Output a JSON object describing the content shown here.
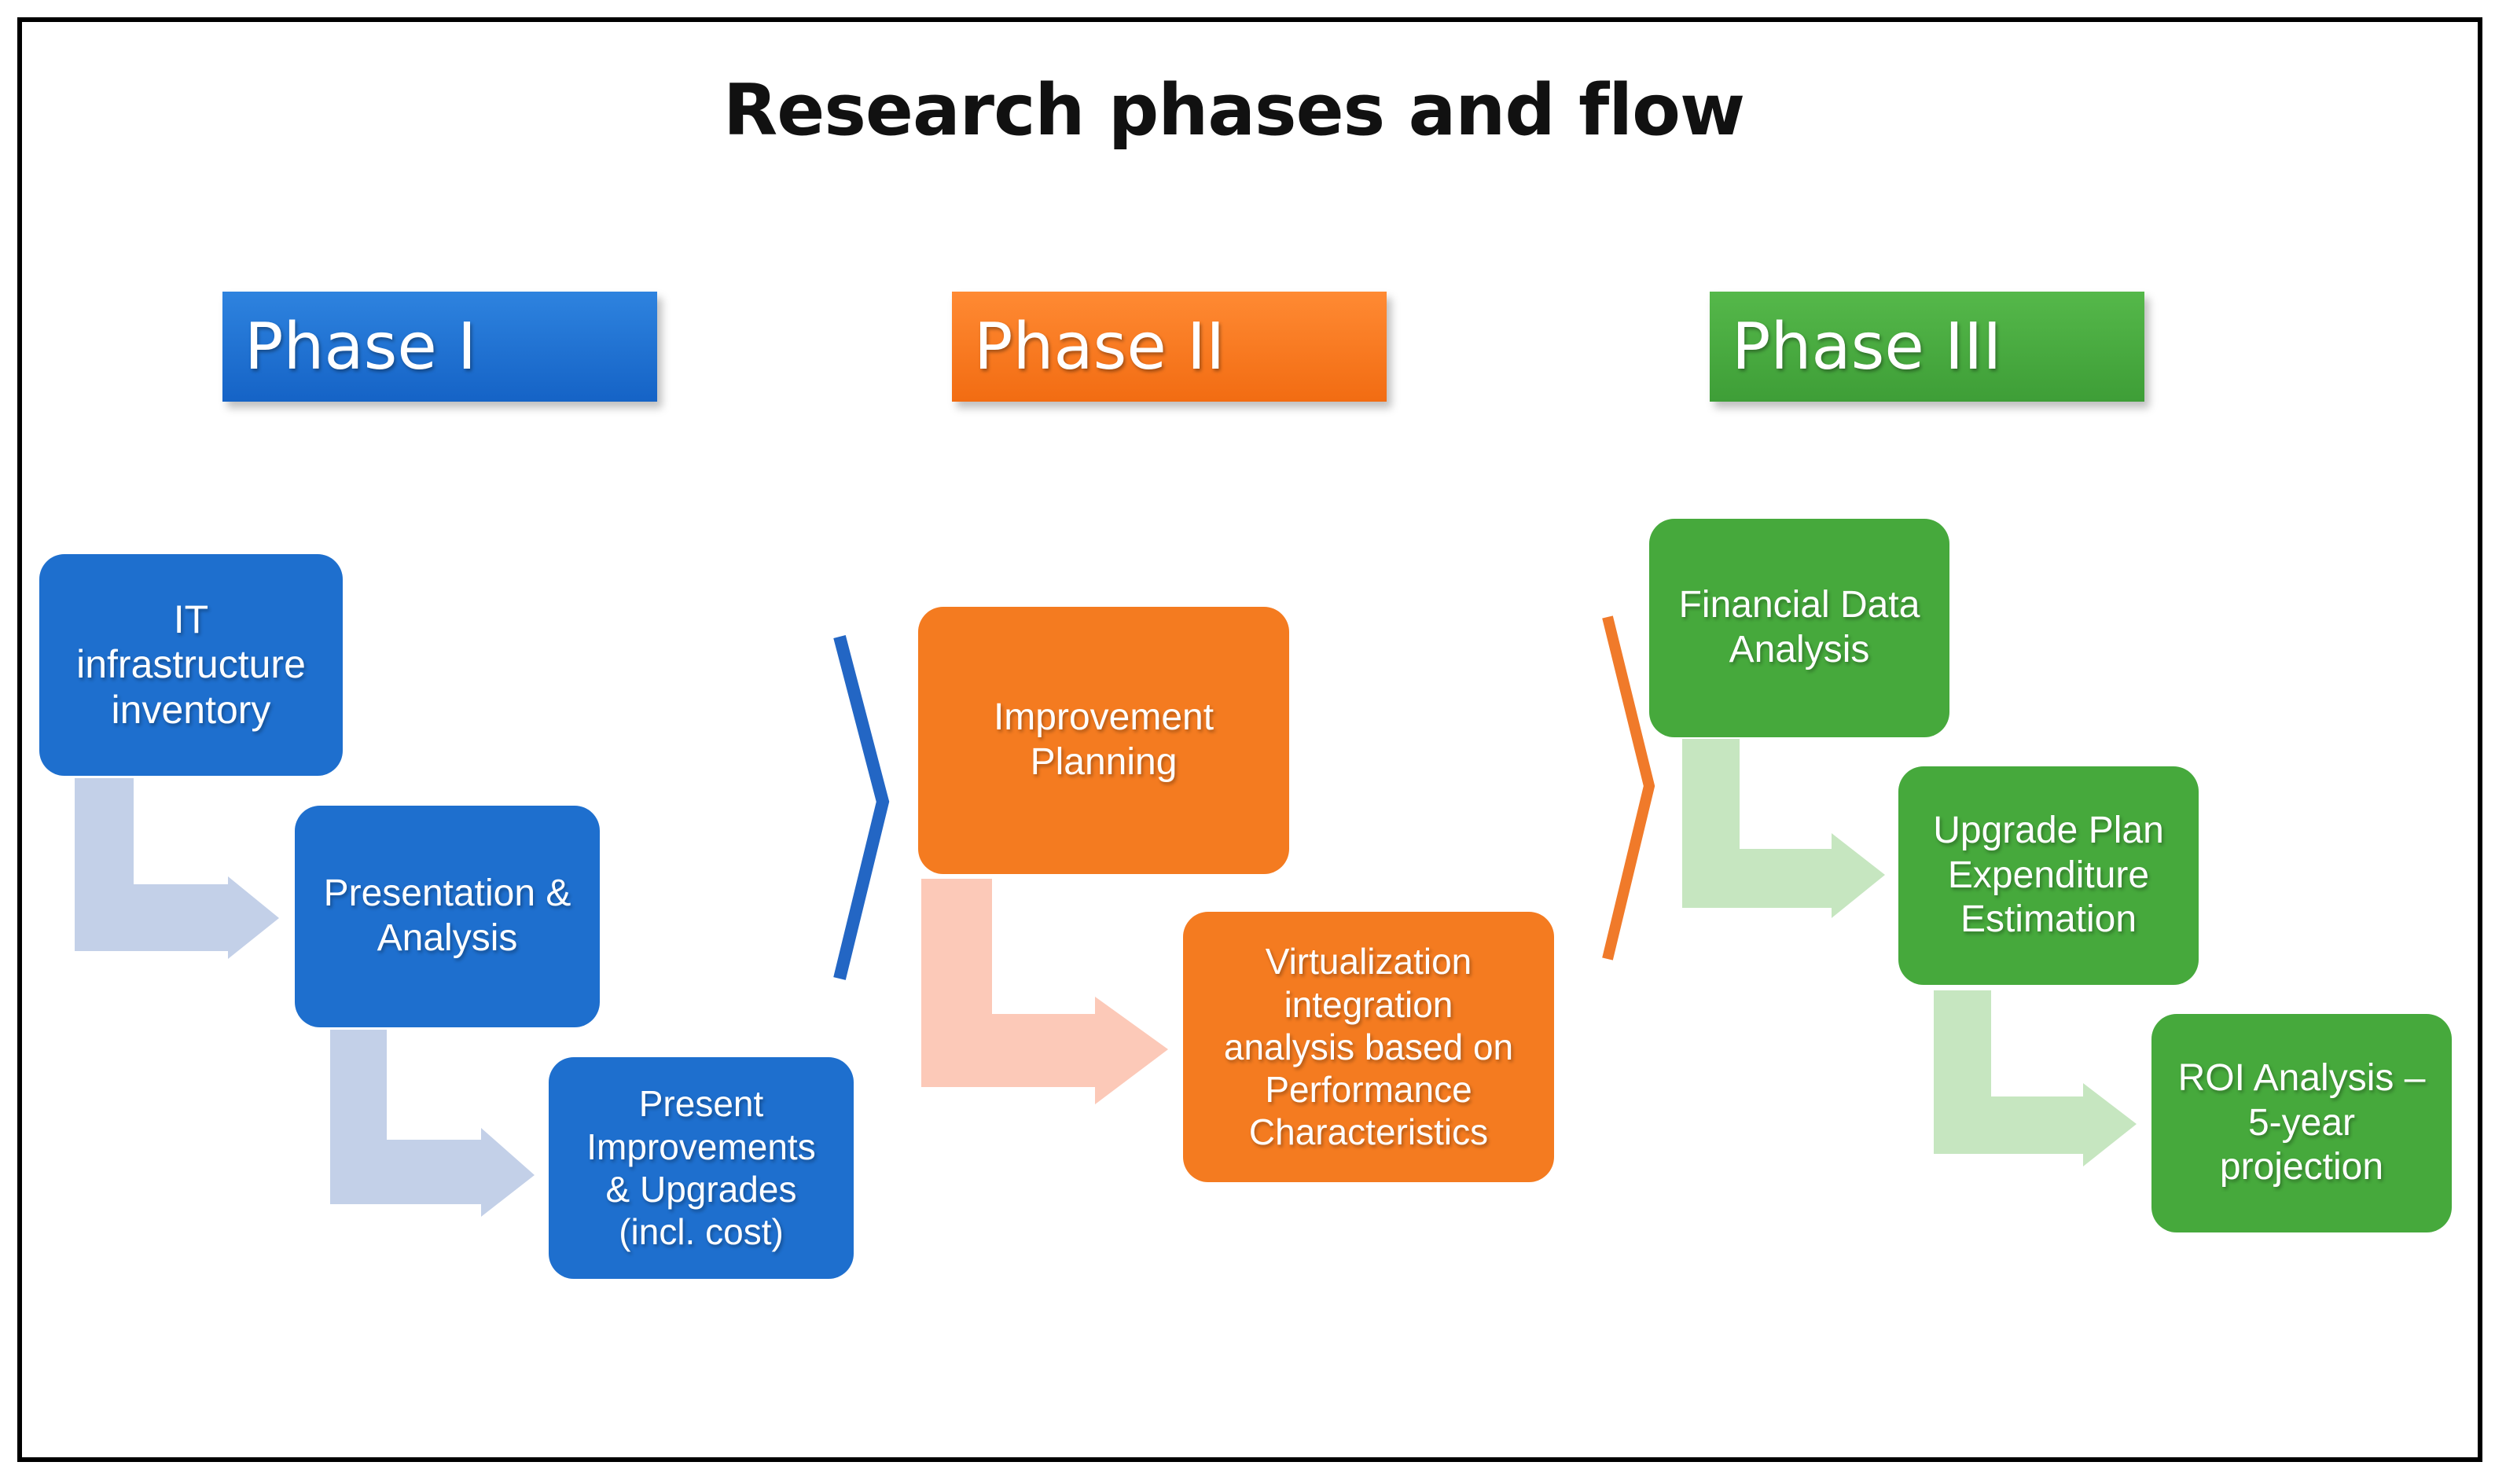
{
  "title": "Research phases and flow",
  "colors": {
    "phase1": "#1e6fce",
    "phase2": "#f47b20",
    "phase3": "#46a93c",
    "arrow1": "#c3d0e8",
    "arrow2": "#fcc9b8",
    "arrow3": "#c6e6c0"
  },
  "phases": [
    {
      "label": "Phase I",
      "steps": [
        "IT\ninfrastructure\ninventory",
        "Presentation &\nAnalysis",
        "Present\nImprovements\n& Upgrades\n(incl. cost)"
      ]
    },
    {
      "label": "Phase II",
      "steps": [
        "Improvement\nPlanning",
        "Virtualization\nintegration\nanalysis based on\nPerformance\nCharacteristics"
      ]
    },
    {
      "label": "Phase III",
      "steps": [
        "Financial Data\nAnalysis",
        "Upgrade Plan\nExpenditure\nEstimation",
        "ROI Analysis –\n5-year\nprojection"
      ]
    }
  ]
}
